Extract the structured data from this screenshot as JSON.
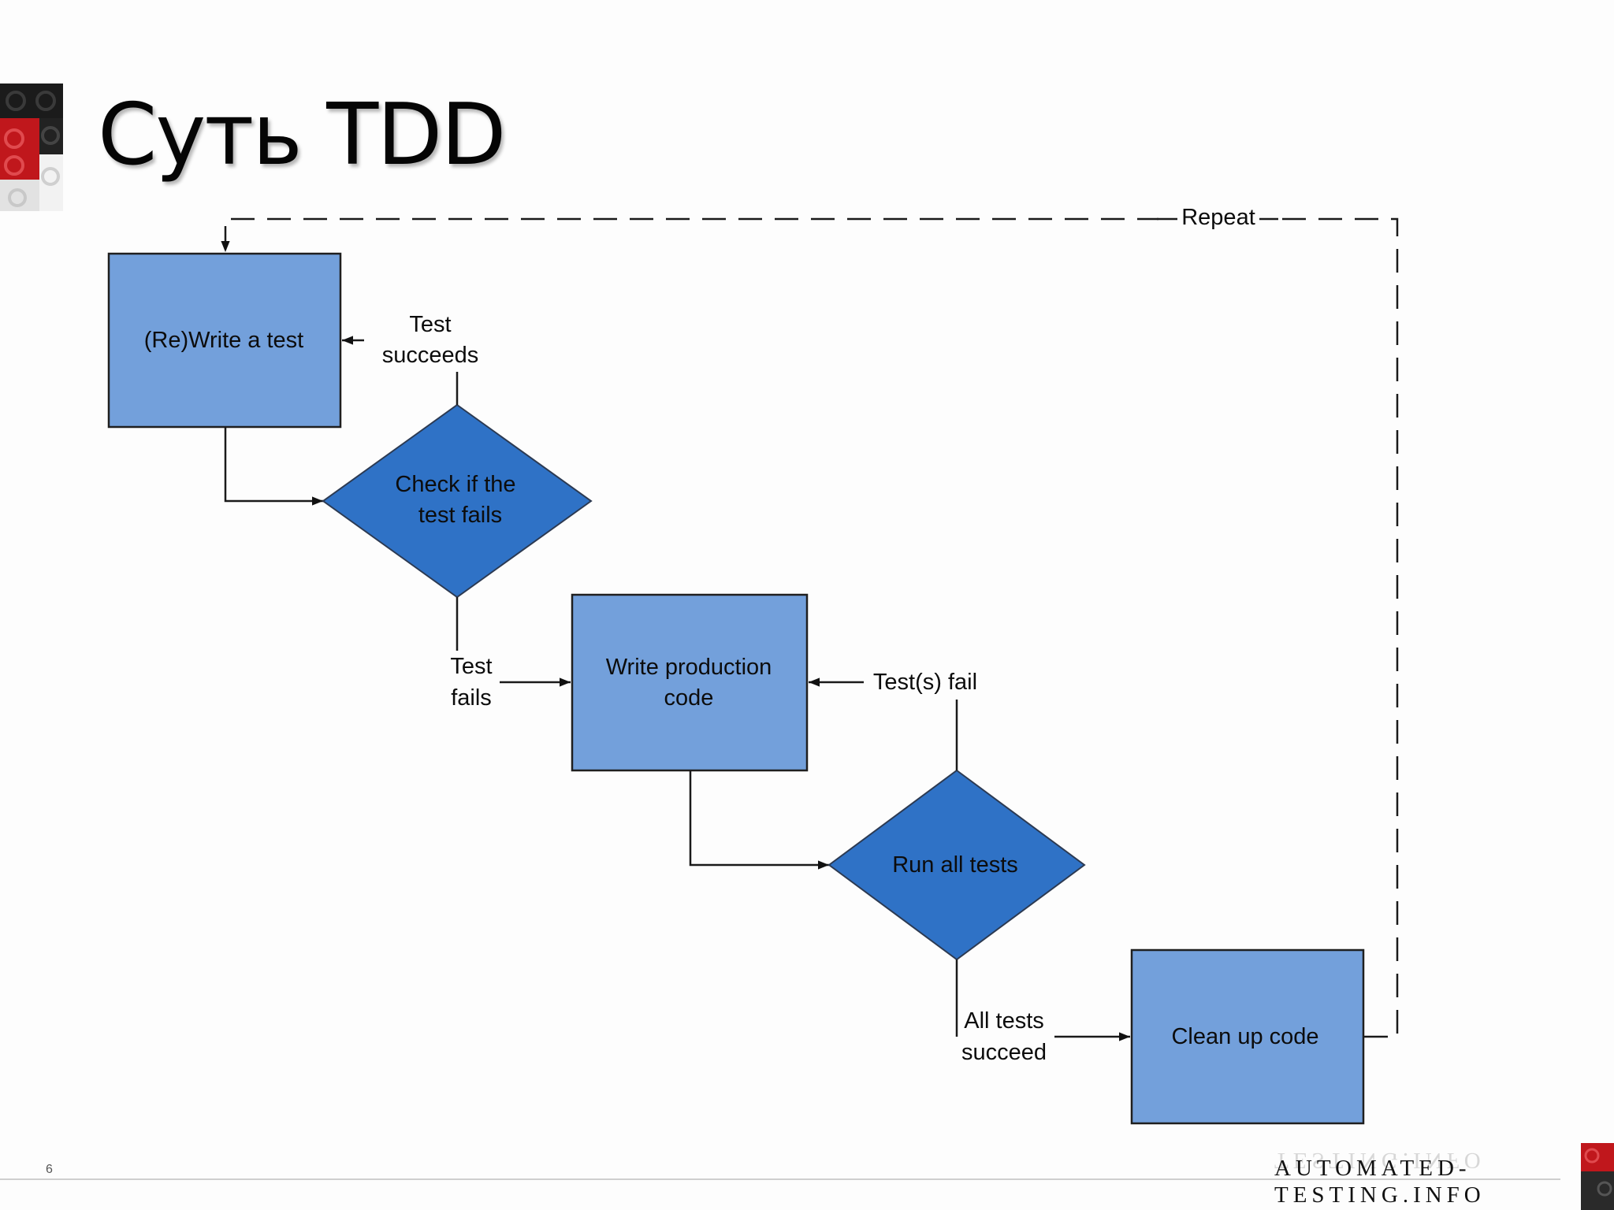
{
  "slide": {
    "title": "Суть TDD",
    "page_number": "6"
  },
  "nodes": {
    "write_test": "(Re)Write a test",
    "check_fails": [
      "Check if the",
      "test fails"
    ],
    "write_code": [
      "Write production",
      "code"
    ],
    "run_tests": "Run all tests",
    "clean_up": "Clean up code"
  },
  "edges": {
    "repeat": "Repeat",
    "test_succeeds": [
      "Test",
      "succeeds"
    ],
    "test_fails": [
      "Test",
      "fails"
    ],
    "tests_fail": "Test(s) fail",
    "all_succeed": [
      "All tests",
      "succeed"
    ]
  },
  "brand": {
    "line1": "AUTOMATED-",
    "line2": "TESTING.INFO"
  },
  "colors": {
    "box_fill": "#73a0db",
    "diamond_fill": "#2f72c6",
    "logo_red": "#c0171c",
    "logo_black": "#1a1a1a"
  }
}
